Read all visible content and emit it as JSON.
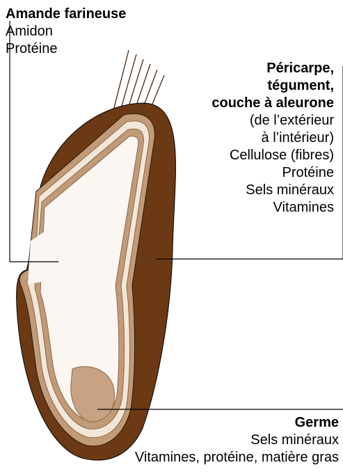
{
  "endosperm": {
    "title": "Amande farineuse",
    "lines": [
      "Amidon",
      "Protéine"
    ]
  },
  "bran": {
    "title_lines": [
      "Péricarpe,",
      "tégument,",
      "couche à aleurone"
    ],
    "lines": [
      "(de l’extérieur",
      "à l’intérieur)",
      "Cellulose (fibres)",
      "Protéine",
      "Sels minéraux",
      "Vitamines"
    ]
  },
  "germ": {
    "title": "Germe",
    "lines": [
      "Sels minéraux",
      "Vitamines, protéine, matière gras"
    ]
  },
  "colors": {
    "pericarp": "#6b3a14",
    "seed_coat": "#c19a77",
    "aleurone": "#f2e6d8",
    "endosperm": "#fbf6f1",
    "germ": "#c8a283",
    "outline": "#000000"
  }
}
